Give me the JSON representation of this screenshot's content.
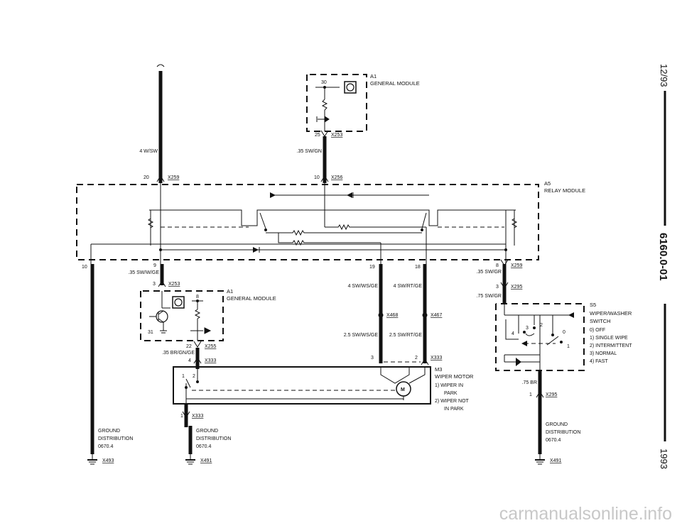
{
  "margin": {
    "date": "12/93",
    "doc_number": "6160.0-01",
    "year": "1993"
  },
  "watermark": "carmanualsonline.info",
  "components": {
    "a1_top": {
      "ref": "A1",
      "name": "GENERAL MODULE",
      "pin_top": "30",
      "pin_bottom": "25",
      "connector": "X253"
    },
    "a5": {
      "ref": "A5",
      "name": "RELAY MODULE"
    },
    "a1_bottom": {
      "ref": "A1",
      "name": "GENERAL MODULE",
      "pin_top": "8",
      "pin_left": "31",
      "pin_bottom": "22",
      "connector": "X253",
      "connector_pin": "3"
    },
    "m3": {
      "ref": "M3",
      "name": "WIPER MOTOR",
      "states": [
        "1)  WIPER IN",
        "PARK",
        "2)  WIPER NOT",
        "IN PARK"
      ],
      "pin_a": "1",
      "pin_b": "2"
    },
    "s5": {
      "ref": "S5",
      "name_line1": "WIPER/WASHER",
      "name_line2": "SWITCH",
      "positions": [
        "0)  OFF",
        "1)  SINGLE WIPE",
        "2)  INTERMITTENT",
        "3)  NORMAL",
        "4)  FAST"
      ],
      "contacts": [
        "3",
        "2",
        "4",
        "0",
        "1"
      ]
    }
  },
  "wires": {
    "feed_left": {
      "label": "4 W/SW",
      "pin": "20",
      "connector": "X259"
    },
    "feed_mid": {
      "label": ".35 SW/GN",
      "pin": "10",
      "connector": "X256"
    },
    "a5_out_9": {
      "pin": "9",
      "label": ".35 SW/W/GE"
    },
    "a5_pin10": {
      "pin": "10"
    },
    "a5_out_19": {
      "pin": "19",
      "label": "4 SW/WS/GE",
      "splice": "X468",
      "label2": "2.5 SW/WS/GE",
      "motor_pin": "3"
    },
    "a5_out_18": {
      "pin": "18",
      "label": "4 SW/RT/GE",
      "splice": "X467",
      "label2": "2.5 SW/RT/GE",
      "motor_pin": "2",
      "connector": "X333"
    },
    "a5_out_8": {
      "pin": "8",
      "label": ".35 SW/GR",
      "connector": "X259",
      "pin2": "3",
      "connector2": "X295",
      "label2": ".75 SW/GR"
    },
    "a1_out": {
      "connector": "X255",
      "label": ".35 BR/GN/GE",
      "pin": "4",
      "connector2": "X333"
    },
    "motor_gnd": {
      "pin": "1",
      "connector": "X333"
    },
    "s5_gnd": {
      "label": ".75 BR",
      "pin": "1",
      "connector": "X295"
    }
  },
  "grounds": [
    {
      "line1": "GROUND",
      "line2": "DISTRIBUTION",
      "line3": "0670.4",
      "connector": "X493"
    },
    {
      "line1": "GROUND",
      "line2": "DISTRIBUTION",
      "line3": "0670.4",
      "connector": "X491"
    },
    {
      "line1": "GROUND",
      "line2": "DISTRIBUTION",
      "line3": "0670.4",
      "connector": "X491"
    }
  ]
}
